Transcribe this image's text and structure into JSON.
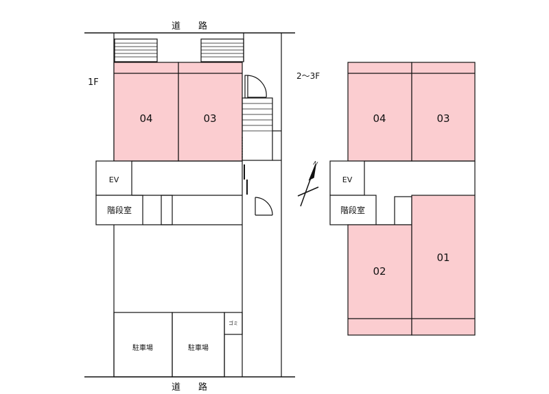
{
  "road_top": "道　　路",
  "road_bottom": "道　　路",
  "floor_1f": "1F",
  "floor_23f": "2～3F",
  "north": "N",
  "ground": {
    "unit_04": "04",
    "unit_03": "03",
    "ev": "EV",
    "stair_room": "階段室",
    "parking_1": "駐車場",
    "parking_2": "駐車場",
    "garbage": "ゴミ"
  },
  "upper": {
    "unit_04": "04",
    "unit_03": "03",
    "unit_02": "02",
    "unit_01": "01",
    "ev": "EV",
    "stair_room": "階段室"
  },
  "colors": {
    "unit_fill": "#fbcdd0",
    "line": "#111111",
    "background": "#ffffff"
  }
}
